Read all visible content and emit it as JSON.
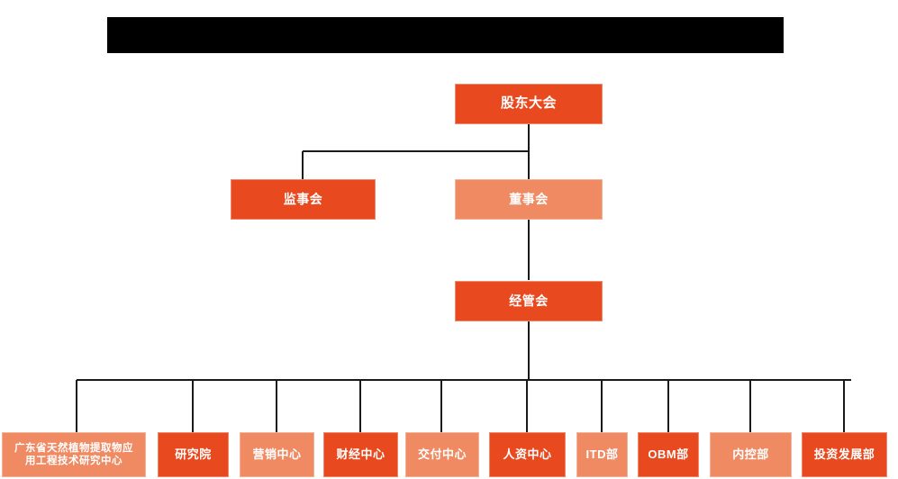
{
  "diagram": {
    "title_bar": {
      "name": "redacted-title-bar",
      "text": "",
      "color": "#000000"
    },
    "colors": {
      "dark_orange": "#E8491E",
      "light_orange": "#EF8A63",
      "connector": "#1a1a1a",
      "label_text": "#FFFFFF",
      "background": "#FFFFFF"
    },
    "levels": [
      {
        "level": 1,
        "nodes": [
          {
            "id": "shareholders",
            "label": "股东大会",
            "style": "dark"
          }
        ]
      },
      {
        "level": 2,
        "nodes": [
          {
            "id": "supervisors",
            "label": "监事会",
            "style": "dark"
          },
          {
            "id": "directors",
            "label": "董事会",
            "style": "light"
          }
        ]
      },
      {
        "level": 3,
        "nodes": [
          {
            "id": "management",
            "label": "经管会",
            "style": "dark"
          }
        ]
      },
      {
        "level": 4,
        "nodes": [
          {
            "id": "rnd-center",
            "label_line1": "广东省天然植物提取物应",
            "label_line2": "用工程技术研究中心",
            "style": "light"
          },
          {
            "id": "research-institute",
            "label": "研究院",
            "style": "dark"
          },
          {
            "id": "marketing-center",
            "label": "营销中心",
            "style": "light"
          },
          {
            "id": "finance-center",
            "label": "财经中心",
            "style": "dark"
          },
          {
            "id": "delivery-center",
            "label": "交付中心",
            "style": "light"
          },
          {
            "id": "hr-center",
            "label": "人资中心",
            "style": "dark"
          },
          {
            "id": "itd-dept",
            "label": "ITD部",
            "style": "light"
          },
          {
            "id": "obm-dept",
            "label": "OBM部",
            "style": "dark"
          },
          {
            "id": "internal-control-dept",
            "label": "内控部",
            "style": "light"
          },
          {
            "id": "investment-dev-dept",
            "label": "投资发展部",
            "style": "dark"
          }
        ]
      }
    ]
  }
}
